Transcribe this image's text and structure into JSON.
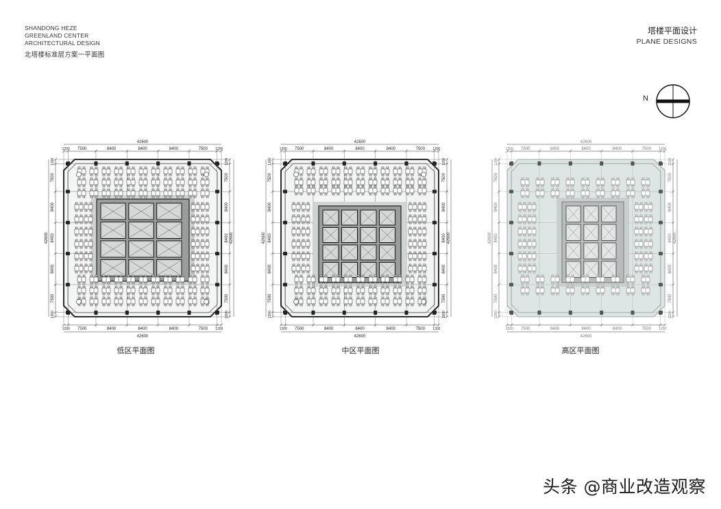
{
  "header": {
    "project_lines": [
      "SHANDONG HEZE",
      "GREENLAND CENTER",
      "ARCHITECTURAL DESIGN"
    ],
    "drawing_title": "北塔楼标准层方案一平面图",
    "section_cn": "塔楼平面设计",
    "section_en": "PLANE DESIGNS"
  },
  "compass": {
    "label": "N"
  },
  "dimensions": {
    "total": "42600",
    "spans": [
      "1200",
      "7500",
      "8400",
      "8400",
      "8400",
      "7500",
      "1200"
    ]
  },
  "plans": [
    {
      "caption": "低区平面图",
      "variant": "low"
    },
    {
      "caption": "中区平面图",
      "variant": "mid"
    },
    {
      "caption": "高区平面图",
      "variant": "high"
    }
  ],
  "watermark": "头条 @商业改造观察"
}
